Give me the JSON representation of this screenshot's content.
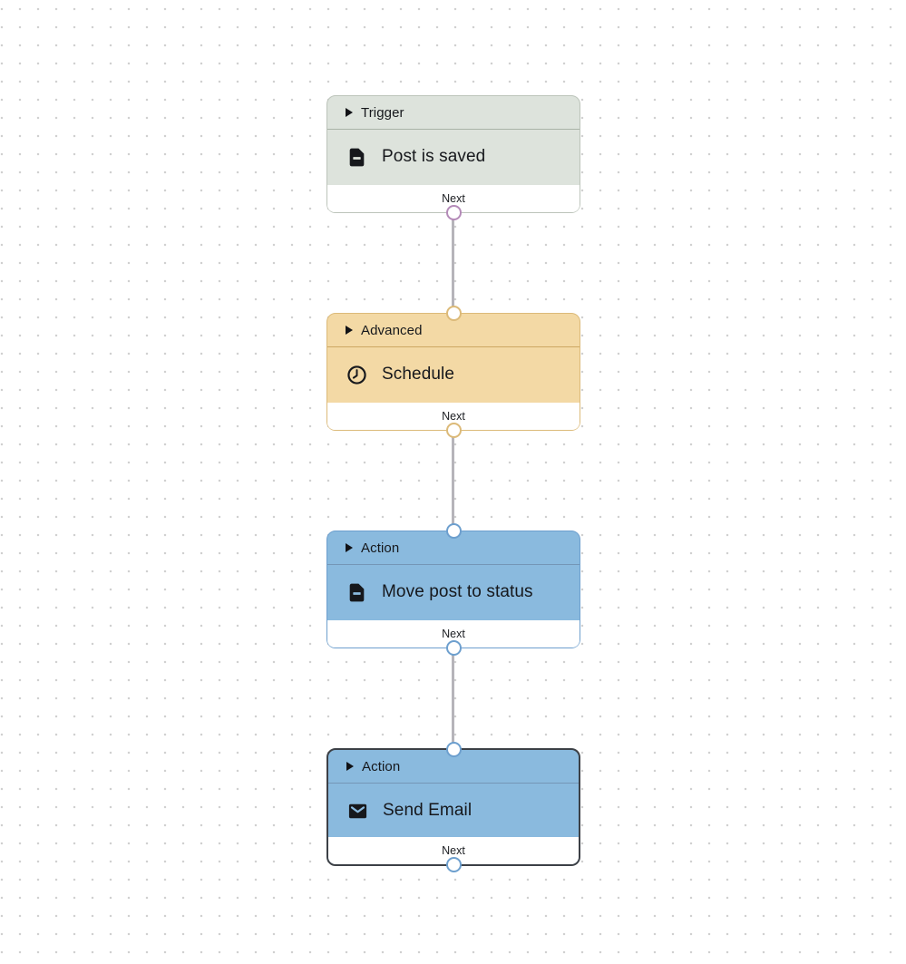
{
  "canvas": {
    "background_color": "#ffffff",
    "dot_color": "#cfcfcf",
    "edge_color": "#b6b4ba"
  },
  "nodes": [
    {
      "category": "Trigger",
      "title": "Post is saved",
      "icon": "document-icon",
      "next_label": "Next",
      "selected": false,
      "has_input_port": false,
      "has_output_port": true,
      "colors": {
        "fill": "#dde3dc",
        "border": "#bcc4ba",
        "divider": "#a9b3a7",
        "port": "#b48ab8"
      }
    },
    {
      "category": "Advanced",
      "title": "Schedule",
      "icon": "clock-icon",
      "next_label": "Next",
      "selected": false,
      "has_input_port": true,
      "has_output_port": true,
      "colors": {
        "fill": "#f3d9a5",
        "border": "#dcba79",
        "divider": "#cda763",
        "port": "#dcba79"
      }
    },
    {
      "category": "Action",
      "title": "Move post to status",
      "icon": "document-icon",
      "next_label": "Next",
      "selected": false,
      "has_input_port": true,
      "has_output_port": true,
      "colors": {
        "fill": "#8abade",
        "border": "#6d9fce",
        "divider": "#7496b6",
        "port": "#6d9fce"
      }
    },
    {
      "category": "Action",
      "title": "Send Email",
      "icon": "email-icon",
      "next_label": "Next",
      "selected": true,
      "has_input_port": true,
      "has_output_port": true,
      "colors": {
        "fill": "#8abade",
        "border": "#3c4046",
        "divider": "#7496b6",
        "port": "#6d9fce"
      }
    }
  ],
  "edges": [
    {
      "from": "Post is saved",
      "to": "Schedule"
    },
    {
      "from": "Schedule",
      "to": "Move post to status"
    },
    {
      "from": "Move post to status",
      "to": "Send Email"
    }
  ]
}
